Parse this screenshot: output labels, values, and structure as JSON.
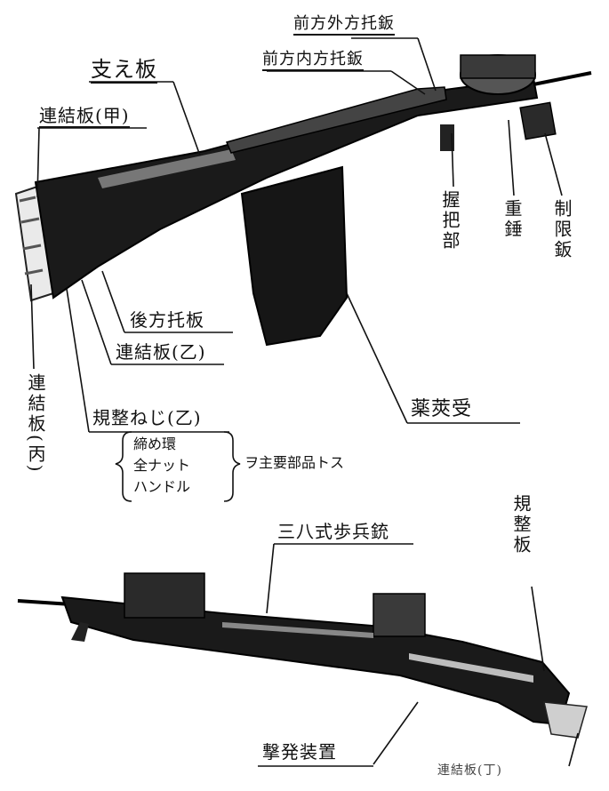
{
  "labels": {
    "front_outer_support": "前方外方托鈑",
    "front_inner_support": "前方内方托鈑",
    "support_plate": "支え板",
    "connecting_plate_a": "連結板(甲)",
    "rear_support_plate": "後方托板",
    "connecting_plate_b": "連結板(乙)",
    "adjusting_screw_b": "規整ねじ(乙)",
    "connecting_plate_c": "連結板(丙)",
    "grip_part": "握把部",
    "heavy_hammer": "重錘",
    "limit_plate": "制限鈑",
    "magazine": "薬莢受",
    "adjusting_plate": "規整板",
    "rifle_type38": "三八式歩兵銃",
    "trigger_device": "撃発装置",
    "connecting_plate_d": "連結板(丁)"
  },
  "brace_items": [
    "締め環",
    "全ナット",
    "ハンドル"
  ],
  "brace_note": "ヲ主要部品トス",
  "colors": {
    "ink": "#111111",
    "paper": "#ffffff",
    "metal": "#1a1a1a"
  }
}
